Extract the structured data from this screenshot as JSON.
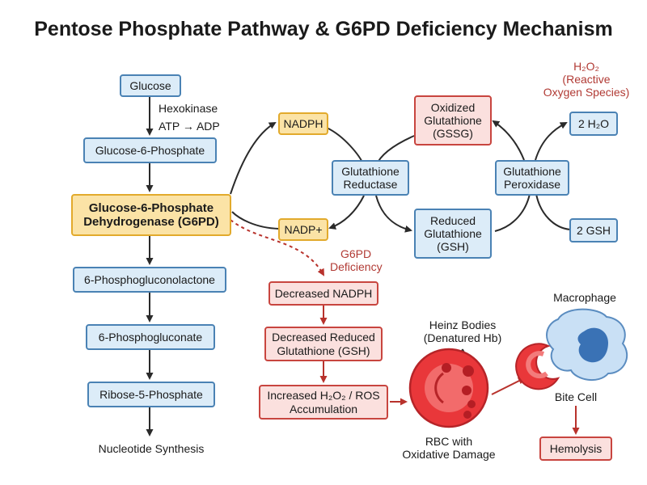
{
  "title": "Pentose Phosphate Pathway & G6PD Deficiency Mechanism",
  "pathway": {
    "glucose": "Glucose",
    "enzyme_label": "Hexokinase",
    "atp_adp": "ATP → ADP",
    "g6p": "Glucose-6-Phosphate",
    "g6pd_line1": "Glucose-6-Phosphate",
    "g6pd_line2": "Dehydrogenase (G6PD)",
    "phosphogluconolactone": "6-Phosphogluconolactone",
    "phosphogluconate": "6-Phosphogluconate",
    "ribose": "Ribose-5-Phosphate",
    "nucleotide": "Nucleotide Synthesis"
  },
  "cycle": {
    "nadph": "NADPH",
    "nadp": "NADP+",
    "gr_line1": "Glutathione",
    "gr_line2": "Reductase",
    "gssg_line1": "Oxidized",
    "gssg_line2": "Glutathione",
    "gssg_line3": "(GSSG)",
    "gsh_line1": "Reduced",
    "gsh_line2": "Glutathione",
    "gsh_line3": "(GSH)",
    "gpx_line1": "Glutathione",
    "gpx_line2": "Peroxidase",
    "h2o": "2 H₂O",
    "gsh2": "2 GSH",
    "h2o2_line1": "H₂O₂",
    "h2o2_line2": "(Reactive",
    "h2o2_line3": "Oxygen Species)"
  },
  "deficiency": {
    "label_line1": "G6PD",
    "label_line2": "Deficiency",
    "decreased_nadph": "Decreased NADPH",
    "decreased_gsh_line1": "Decreased Reduced",
    "decreased_gsh_line2": "Glutathione (GSH)",
    "increased_line1": "Increased H₂O₂ / ROS",
    "increased_line2": "Accumulation",
    "heinz_line1": "Heinz Bodies",
    "heinz_line2": "(Denatured Hb)",
    "rbc_line1": "RBC with",
    "rbc_line2": "Oxidative Damage",
    "macrophage": "Macrophage",
    "bite_cell": "Bite Cell",
    "hemolysis": "Hemolysis"
  },
  "colors": {
    "blue_fill": "#dcecf8",
    "blue_border": "#4a82b4",
    "yellow_fill": "#fbe3a6",
    "yellow_border": "#e2aa2c",
    "red_fill": "#fbe0de",
    "red_border": "#c8453f",
    "rbc_red": "#e23b3b",
    "arrow_dark": "#2a2a2a"
  }
}
